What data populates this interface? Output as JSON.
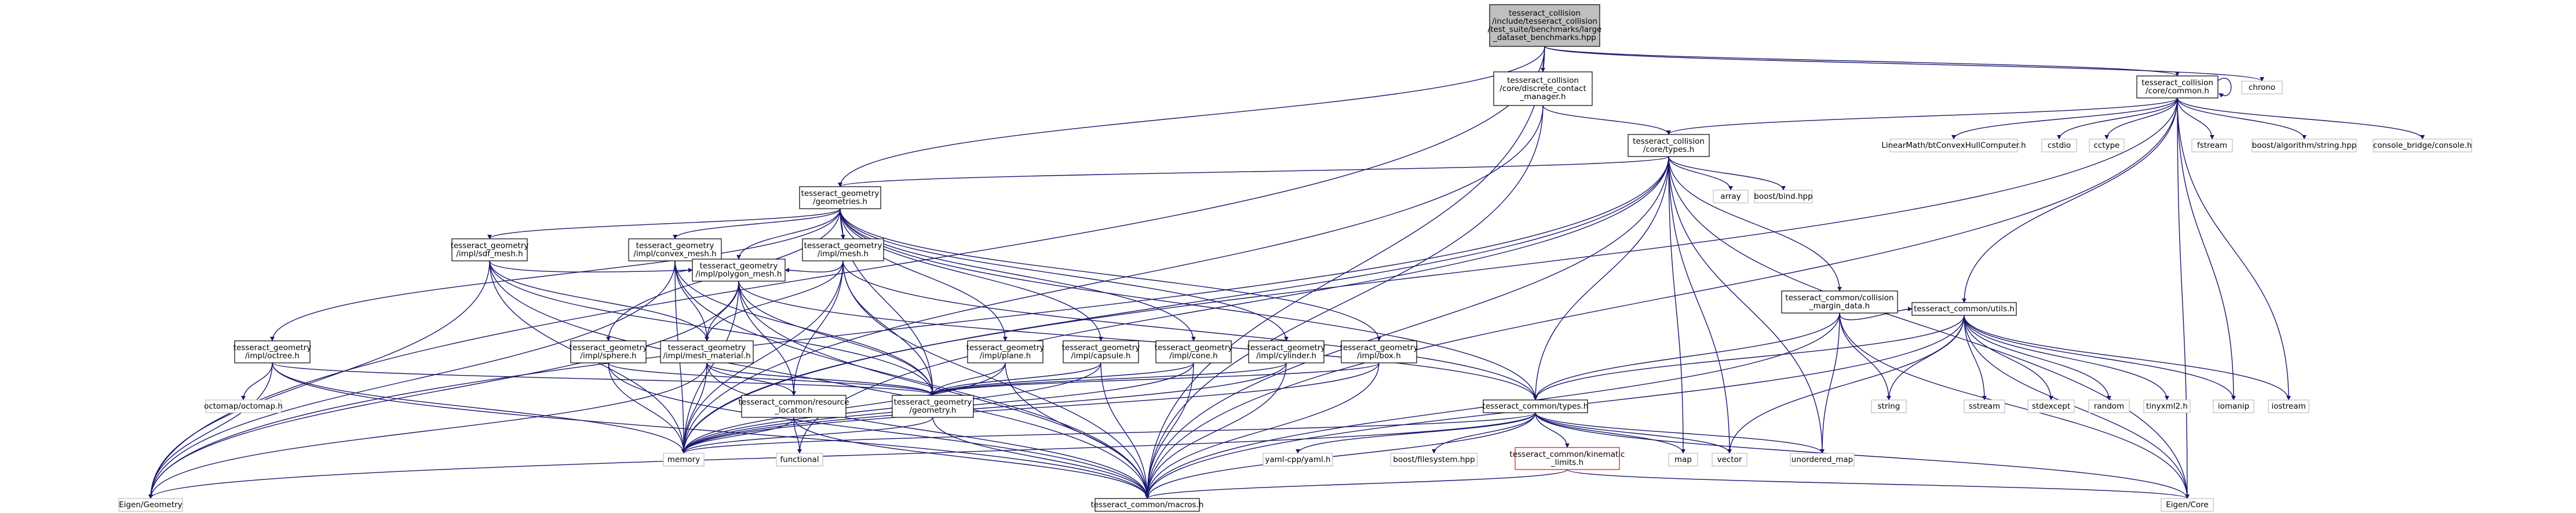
{
  "graph": {
    "nodes": [
      {
        "id": "root",
        "lines": [
          "tesseract_collision",
          "/include/tesseract_collision",
          "/test_suite/benchmarks/large",
          "_dataset_benchmarks.hpp"
        ],
        "style": "root"
      },
      {
        "id": "discrete",
        "lines": [
          "tesseract_collision",
          "/core/discrete_contact",
          "_manager.h"
        ]
      },
      {
        "id": "common",
        "lines": [
          "tesseract_collision",
          "/core/common.h"
        ]
      },
      {
        "id": "chrono",
        "lines": [
          "chrono"
        ],
        "style": "system"
      },
      {
        "id": "ctypes",
        "lines": [
          "tesseract_collision",
          "/core/types.h"
        ]
      },
      {
        "id": "bthull",
        "lines": [
          "LinearMath/btConvexHullComputer.h"
        ],
        "style": "system"
      },
      {
        "id": "cstdio",
        "lines": [
          "cstdio"
        ],
        "style": "system"
      },
      {
        "id": "cctype",
        "lines": [
          "cctype"
        ],
        "style": "system"
      },
      {
        "id": "fstream",
        "lines": [
          "fstream"
        ],
        "style": "system"
      },
      {
        "id": "boostalgo",
        "lines": [
          "boost/algorithm/string.hpp"
        ],
        "style": "system"
      },
      {
        "id": "console",
        "lines": [
          "console_bridge/console.h"
        ],
        "style": "system"
      },
      {
        "id": "geometries",
        "lines": [
          "tesseract_geometry",
          "/geometries.h"
        ]
      },
      {
        "id": "array",
        "lines": [
          "array"
        ],
        "style": "system"
      },
      {
        "id": "boostbind",
        "lines": [
          "boost/bind.hpp"
        ],
        "style": "system"
      },
      {
        "id": "sdfmesh",
        "lines": [
          "tesseract_geometry",
          "/impl/sdf_mesh.h"
        ]
      },
      {
        "id": "convexmesh",
        "lines": [
          "tesseract_geometry",
          "/impl/convex_mesh.h"
        ]
      },
      {
        "id": "mesh",
        "lines": [
          "tesseract_geometry",
          "/impl/mesh.h"
        ]
      },
      {
        "id": "polygonmesh",
        "lines": [
          "tesseract_geometry",
          "/impl/polygon_mesh.h"
        ]
      },
      {
        "id": "marginheader",
        "lines": [
          "tesseract_common/collision",
          "_margin_data.h"
        ]
      },
      {
        "id": "utils",
        "lines": [
          "tesseract_common/utils.h"
        ]
      },
      {
        "id": "octree",
        "lines": [
          "tesseract_geometry",
          "/impl/octree.h"
        ]
      },
      {
        "id": "sphere",
        "lines": [
          "tesseract_geometry",
          "/impl/sphere.h"
        ]
      },
      {
        "id": "meshmaterial",
        "lines": [
          "tesseract_geometry",
          "/impl/mesh_material.h"
        ]
      },
      {
        "id": "plane",
        "lines": [
          "tesseract_geometry",
          "/impl/plane.h"
        ]
      },
      {
        "id": "capsule",
        "lines": [
          "tesseract_geometry",
          "/impl/capsule.h"
        ]
      },
      {
        "id": "cone",
        "lines": [
          "tesseract_geometry",
          "/impl/cone.h"
        ]
      },
      {
        "id": "cylinder",
        "lines": [
          "tesseract_geometry",
          "/impl/cylinder.h"
        ]
      },
      {
        "id": "box",
        "lines": [
          "tesseract_geometry",
          "/impl/box.h"
        ]
      },
      {
        "id": "string",
        "lines": [
          "string"
        ],
        "style": "system"
      },
      {
        "id": "sstream",
        "lines": [
          "sstream"
        ],
        "style": "system"
      },
      {
        "id": "stdexcept",
        "lines": [
          "stdexcept"
        ],
        "style": "system"
      },
      {
        "id": "random",
        "lines": [
          "random"
        ],
        "style": "system"
      },
      {
        "id": "tinyxml",
        "lines": [
          "tinyxml2.h"
        ],
        "style": "system"
      },
      {
        "id": "iomanip",
        "lines": [
          "iomanip"
        ],
        "style": "system"
      },
      {
        "id": "iostream",
        "lines": [
          "iostream"
        ],
        "style": "system"
      },
      {
        "id": "octomap",
        "lines": [
          "octomap/octomap.h"
        ],
        "style": "system"
      },
      {
        "id": "resource",
        "lines": [
          "tesseract_common/resource",
          "_locator.h"
        ]
      },
      {
        "id": "geometry",
        "lines": [
          "tesseract_geometry",
          "/geometry.h"
        ]
      },
      {
        "id": "commontypes",
        "lines": [
          "tesseract_common/types.h"
        ]
      },
      {
        "id": "memory",
        "lines": [
          "memory"
        ],
        "style": "system"
      },
      {
        "id": "functional",
        "lines": [
          "functional"
        ],
        "style": "system"
      },
      {
        "id": "yaml",
        "lines": [
          "yaml-cpp/yaml.h"
        ],
        "style": "system"
      },
      {
        "id": "boostfs",
        "lines": [
          "boost/filesystem.hpp"
        ],
        "style": "system"
      },
      {
        "id": "kinematic",
        "lines": [
          "tesseract_common/kinematic",
          "_limits.h"
        ],
        "style": "missing"
      },
      {
        "id": "map",
        "lines": [
          "map"
        ],
        "style": "system"
      },
      {
        "id": "vector",
        "lines": [
          "vector"
        ],
        "style": "system"
      },
      {
        "id": "unorderedmap",
        "lines": [
          "unordered_map"
        ],
        "style": "system"
      },
      {
        "id": "eigengeo",
        "lines": [
          "Eigen/Geometry"
        ],
        "style": "system"
      },
      {
        "id": "macros",
        "lines": [
          "tesseract_common/macros.h"
        ]
      },
      {
        "id": "eigencore",
        "lines": [
          "Eigen/Core"
        ],
        "style": "system"
      }
    ],
    "edges": [
      [
        "root",
        "discrete"
      ],
      [
        "root",
        "common"
      ],
      [
        "root",
        "chrono"
      ],
      [
        "root",
        "geometries"
      ],
      [
        "root",
        "eigengeo"
      ],
      [
        "root",
        "macros"
      ],
      [
        "discrete",
        "ctypes"
      ],
      [
        "discrete",
        "memory"
      ],
      [
        "discrete",
        "macros"
      ],
      [
        "common",
        "common"
      ],
      [
        "common",
        "ctypes"
      ],
      [
        "common",
        "bthull"
      ],
      [
        "common",
        "cstdio"
      ],
      [
        "common",
        "cctype"
      ],
      [
        "common",
        "fstream"
      ],
      [
        "common",
        "boostalgo"
      ],
      [
        "common",
        "console"
      ],
      [
        "common",
        "utils"
      ],
      [
        "common",
        "iomanip"
      ],
      [
        "common",
        "iostream"
      ],
      [
        "common",
        "macros"
      ],
      [
        "common",
        "eigencore"
      ],
      [
        "common",
        "memory"
      ],
      [
        "ctypes",
        "geometries"
      ],
      [
        "ctypes",
        "array"
      ],
      [
        "ctypes",
        "boostbind"
      ],
      [
        "ctypes",
        "marginheader"
      ],
      [
        "ctypes",
        "commontypes"
      ],
      [
        "ctypes",
        "map"
      ],
      [
        "ctypes",
        "vector"
      ],
      [
        "ctypes",
        "unorderedmap"
      ],
      [
        "ctypes",
        "memory"
      ],
      [
        "ctypes",
        "functional"
      ],
      [
        "ctypes",
        "eigengeo"
      ],
      [
        "ctypes",
        "macros"
      ],
      [
        "ctypes",
        "eigencore"
      ],
      [
        "geometries",
        "sdfmesh"
      ],
      [
        "geometries",
        "convexmesh"
      ],
      [
        "geometries",
        "mesh"
      ],
      [
        "geometries",
        "polygonmesh"
      ],
      [
        "geometries",
        "octree"
      ],
      [
        "geometries",
        "sphere"
      ],
      [
        "geometries",
        "plane"
      ],
      [
        "geometries",
        "capsule"
      ],
      [
        "geometries",
        "cone"
      ],
      [
        "geometries",
        "cylinder"
      ],
      [
        "geometries",
        "box"
      ],
      [
        "geometries",
        "geometry"
      ],
      [
        "geometries",
        "commontypes"
      ],
      [
        "sdfmesh",
        "polygonmesh"
      ],
      [
        "sdfmesh",
        "meshmaterial"
      ],
      [
        "sdfmesh",
        "geometry"
      ],
      [
        "sdfmesh",
        "memory"
      ],
      [
        "sdfmesh",
        "macros"
      ],
      [
        "sdfmesh",
        "eigengeo"
      ],
      [
        "convexmesh",
        "polygonmesh"
      ],
      [
        "convexmesh",
        "meshmaterial"
      ],
      [
        "convexmesh",
        "geometry"
      ],
      [
        "convexmesh",
        "memory"
      ],
      [
        "convexmesh",
        "macros"
      ],
      [
        "convexmesh",
        "eigengeo"
      ],
      [
        "mesh",
        "polygonmesh"
      ],
      [
        "mesh",
        "meshmaterial"
      ],
      [
        "mesh",
        "resource"
      ],
      [
        "mesh",
        "geometry"
      ],
      [
        "mesh",
        "memory"
      ],
      [
        "mesh",
        "macros"
      ],
      [
        "mesh",
        "commontypes"
      ],
      [
        "polygonmesh",
        "meshmaterial"
      ],
      [
        "polygonmesh",
        "resource"
      ],
      [
        "polygonmesh",
        "geometry"
      ],
      [
        "polygonmesh",
        "commontypes"
      ],
      [
        "polygonmesh",
        "memory"
      ],
      [
        "polygonmesh",
        "macros"
      ],
      [
        "polygonmesh",
        "eigengeo"
      ],
      [
        "meshmaterial",
        "resource"
      ],
      [
        "meshmaterial",
        "geometry"
      ],
      [
        "meshmaterial",
        "memory"
      ],
      [
        "meshmaterial",
        "macros"
      ],
      [
        "meshmaterial",
        "eigengeo"
      ],
      [
        "octree",
        "geometry"
      ],
      [
        "octree",
        "octomap"
      ],
      [
        "octree",
        "memory"
      ],
      [
        "octree",
        "macros"
      ],
      [
        "octree",
        "eigengeo"
      ],
      [
        "sphere",
        "geometry"
      ],
      [
        "sphere",
        "memory"
      ],
      [
        "sphere",
        "macros"
      ],
      [
        "plane",
        "geometry"
      ],
      [
        "plane",
        "memory"
      ],
      [
        "plane",
        "macros"
      ],
      [
        "capsule",
        "geometry"
      ],
      [
        "capsule",
        "memory"
      ],
      [
        "capsule",
        "macros"
      ],
      [
        "cone",
        "geometry"
      ],
      [
        "cone",
        "memory"
      ],
      [
        "cone",
        "macros"
      ],
      [
        "cylinder",
        "geometry"
      ],
      [
        "cylinder",
        "memory"
      ],
      [
        "cylinder",
        "macros"
      ],
      [
        "box",
        "geometry"
      ],
      [
        "box",
        "memory"
      ],
      [
        "box",
        "macros"
      ],
      [
        "marginheader",
        "commontypes"
      ],
      [
        "marginheader",
        "utils"
      ],
      [
        "marginheader",
        "string"
      ],
      [
        "marginheader",
        "unorderedmap"
      ],
      [
        "marginheader",
        "macros"
      ],
      [
        "marginheader",
        "eigencore"
      ],
      [
        "utils",
        "commontypes"
      ],
      [
        "utils",
        "string"
      ],
      [
        "utils",
        "sstream"
      ],
      [
        "utils",
        "stdexcept"
      ],
      [
        "utils",
        "random"
      ],
      [
        "utils",
        "tinyxml"
      ],
      [
        "utils",
        "iomanip"
      ],
      [
        "utils",
        "iostream"
      ],
      [
        "utils",
        "vector"
      ],
      [
        "utils",
        "macros"
      ],
      [
        "utils",
        "eigencore"
      ],
      [
        "resource",
        "memory"
      ],
      [
        "resource",
        "functional"
      ],
      [
        "resource",
        "macros"
      ],
      [
        "geometry",
        "memory"
      ],
      [
        "geometry",
        "macros"
      ],
      [
        "commontypes",
        "yaml"
      ],
      [
        "commontypes",
        "boostfs"
      ],
      [
        "commontypes",
        "kinematic"
      ],
      [
        "commontypes",
        "map"
      ],
      [
        "commontypes",
        "vector"
      ],
      [
        "commontypes",
        "unorderedmap"
      ],
      [
        "commontypes",
        "eigengeo"
      ],
      [
        "commontypes",
        "memory"
      ],
      [
        "commontypes",
        "macros"
      ],
      [
        "commontypes",
        "eigencore"
      ],
      [
        "kinematic",
        "macros"
      ],
      [
        "kinematic",
        "eigencore"
      ]
    ]
  },
  "colors": {
    "edge": "#191970",
    "root_fill": "#bfbfbf",
    "node_fill": "#ffffff",
    "node_border": "#000000",
    "system_border": "#bfbfbf",
    "missing_border": "#ff0000"
  }
}
